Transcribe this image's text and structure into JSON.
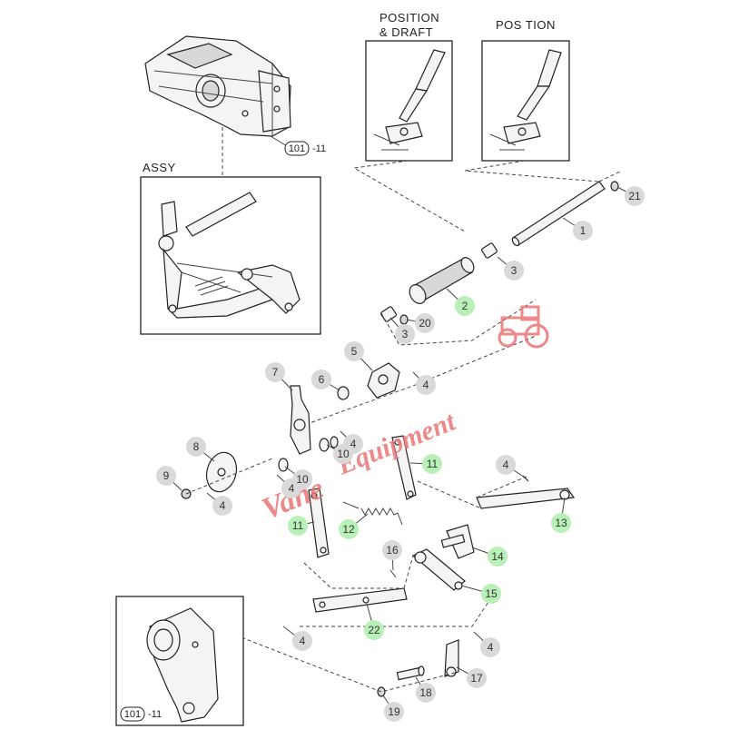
{
  "labels": {
    "position_draft_line1": "POSITION",
    "position_draft_line2": "& DRAFT",
    "position": "POS TION",
    "assy": "ASSY"
  },
  "ref_tags": [
    {
      "id": "top",
      "code": "101",
      "suffix": "-11"
    },
    {
      "id": "bottom",
      "code": "101",
      "suffix": "-11"
    }
  ],
  "watermark": {
    "script_text": "Vane",
    "main_text": "Equipment",
    "color": "#e97575"
  },
  "callouts": [
    {
      "id": "c1",
      "number": "1",
      "highlight": false
    },
    {
      "id": "c2",
      "number": "2",
      "highlight": true
    },
    {
      "id": "c3a",
      "number": "3",
      "highlight": false
    },
    {
      "id": "c3b",
      "number": "3",
      "highlight": false
    },
    {
      "id": "c4a",
      "number": "4",
      "highlight": false
    },
    {
      "id": "c4b",
      "number": "4",
      "highlight": false
    },
    {
      "id": "c4c",
      "number": "4",
      "highlight": false
    },
    {
      "id": "c4d",
      "number": "4",
      "highlight": false
    },
    {
      "id": "c4e",
      "number": "4",
      "highlight": false
    },
    {
      "id": "c4f",
      "number": "4",
      "highlight": false
    },
    {
      "id": "c4g",
      "number": "4",
      "highlight": false
    },
    {
      "id": "c5",
      "number": "5",
      "highlight": false
    },
    {
      "id": "c6",
      "number": "6",
      "highlight": false
    },
    {
      "id": "c7",
      "number": "7",
      "highlight": false
    },
    {
      "id": "c8",
      "number": "8",
      "highlight": false
    },
    {
      "id": "c9",
      "number": "9",
      "highlight": false
    },
    {
      "id": "c10a",
      "number": "10",
      "highlight": false
    },
    {
      "id": "c10b",
      "number": "10",
      "highlight": false
    },
    {
      "id": "c11a",
      "number": "11",
      "highlight": true
    },
    {
      "id": "c11b",
      "number": "11",
      "highlight": true
    },
    {
      "id": "c12",
      "number": "12",
      "highlight": true
    },
    {
      "id": "c13",
      "number": "13",
      "highlight": true
    },
    {
      "id": "c14",
      "number": "14",
      "highlight": true
    },
    {
      "id": "c15",
      "number": "15",
      "highlight": true
    },
    {
      "id": "c16",
      "number": "16",
      "highlight": false
    },
    {
      "id": "c17",
      "number": "17",
      "highlight": false
    },
    {
      "id": "c18",
      "number": "18",
      "highlight": false
    },
    {
      "id": "c19",
      "number": "19",
      "highlight": false
    },
    {
      "id": "c20",
      "number": "20",
      "highlight": false
    },
    {
      "id": "c21",
      "number": "21",
      "highlight": false
    },
    {
      "id": "c22",
      "number": "22",
      "highlight": true
    }
  ],
  "colors": {
    "callout_grey": "#d9d9d9",
    "callout_green": "#b8f0b8",
    "line": "#222222"
  }
}
